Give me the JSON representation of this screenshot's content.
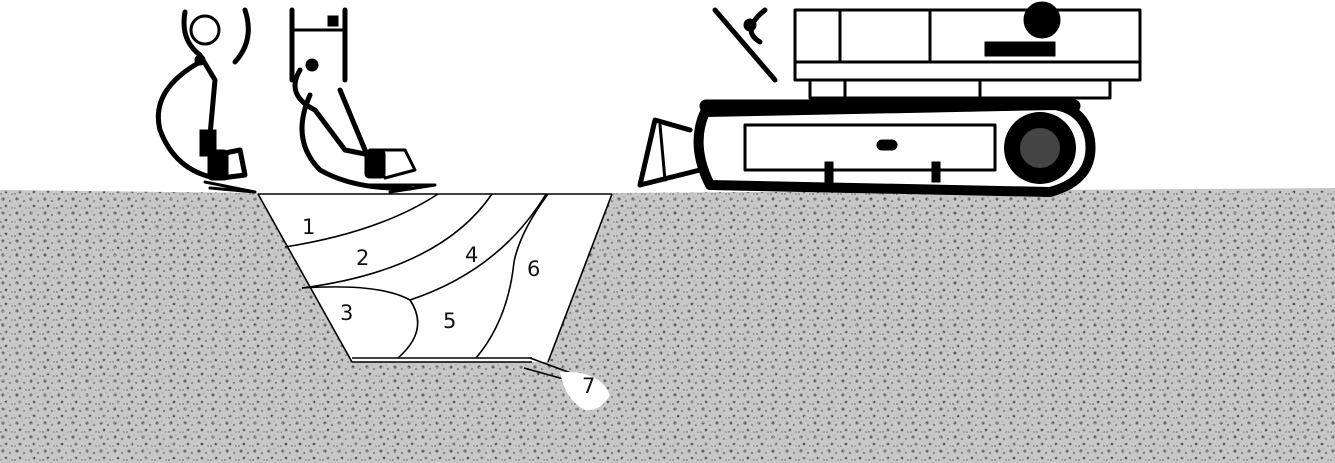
{
  "diagram": {
    "zones": [
      {
        "id": "zone-1",
        "label": "1"
      },
      {
        "id": "zone-2",
        "label": "2"
      },
      {
        "id": "zone-3",
        "label": "3"
      },
      {
        "id": "zone-4",
        "label": "4"
      },
      {
        "id": "zone-5",
        "label": "5"
      },
      {
        "id": "zone-6",
        "label": "6"
      },
      {
        "id": "zone-7",
        "label": "7"
      }
    ]
  }
}
